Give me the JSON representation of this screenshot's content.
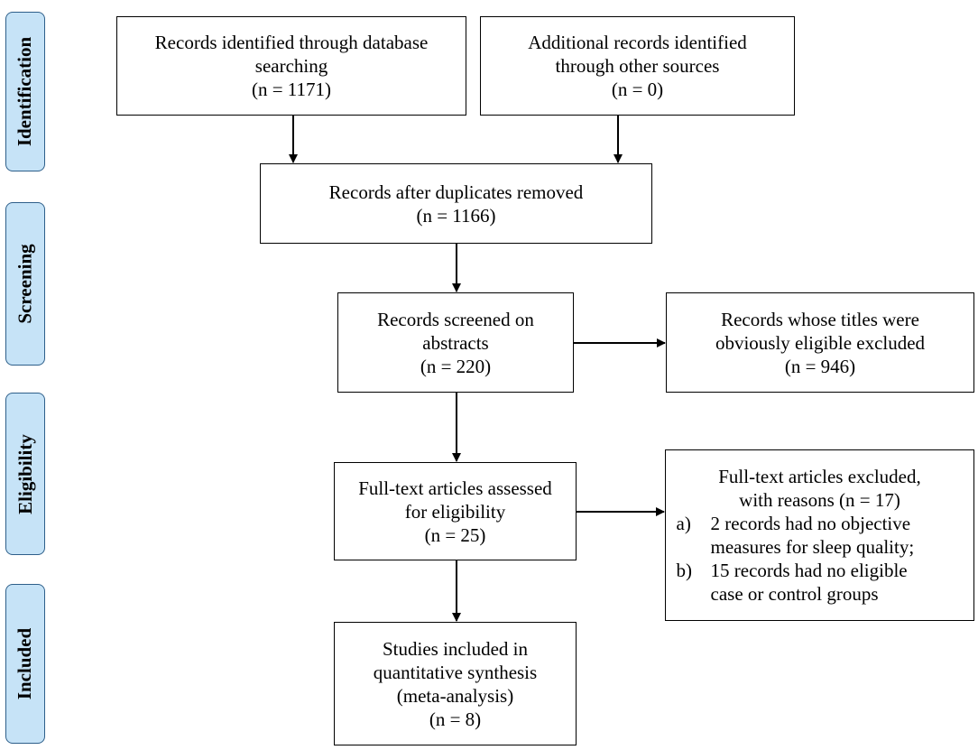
{
  "phases": {
    "identification": "Identification",
    "screening": "Screening",
    "eligibility": "Eligibility",
    "included": "Included"
  },
  "boxes": {
    "database": {
      "lines": [
        "Records identified through database",
        "searching",
        "(n = 1171)"
      ]
    },
    "other_sources": {
      "lines": [
        "Additional records identified",
        "through other sources",
        "(n = 0)"
      ]
    },
    "deduplicated": {
      "lines": [
        "Records after duplicates removed",
        "(n = 1166)"
      ]
    },
    "screened": {
      "lines": [
        "Records screened on",
        "abstracts",
        "(n = 220)"
      ]
    },
    "title_excluded": {
      "lines": [
        "Records whose titles were",
        "obviously eligible excluded",
        "(n = 946)"
      ]
    },
    "fulltext": {
      "lines": [
        "Full-text articles assessed",
        "for eligibility",
        "(n = 25)"
      ]
    },
    "fulltext_excluded": {
      "lines": [
        "Full-text articles excluded,",
        "with reasons (n = 17)"
      ],
      "reasons": [
        {
          "marker": "a)",
          "lines": [
            "2 records had no objective",
            "measures for sleep quality;"
          ]
        },
        {
          "marker": "b)",
          "lines": [
            "15 records had no eligible",
            "case or control groups"
          ]
        }
      ]
    },
    "included": {
      "lines": [
        "Studies included in",
        "quantitative synthesis",
        "(meta-analysis)",
        "(n = 8)"
      ]
    }
  }
}
